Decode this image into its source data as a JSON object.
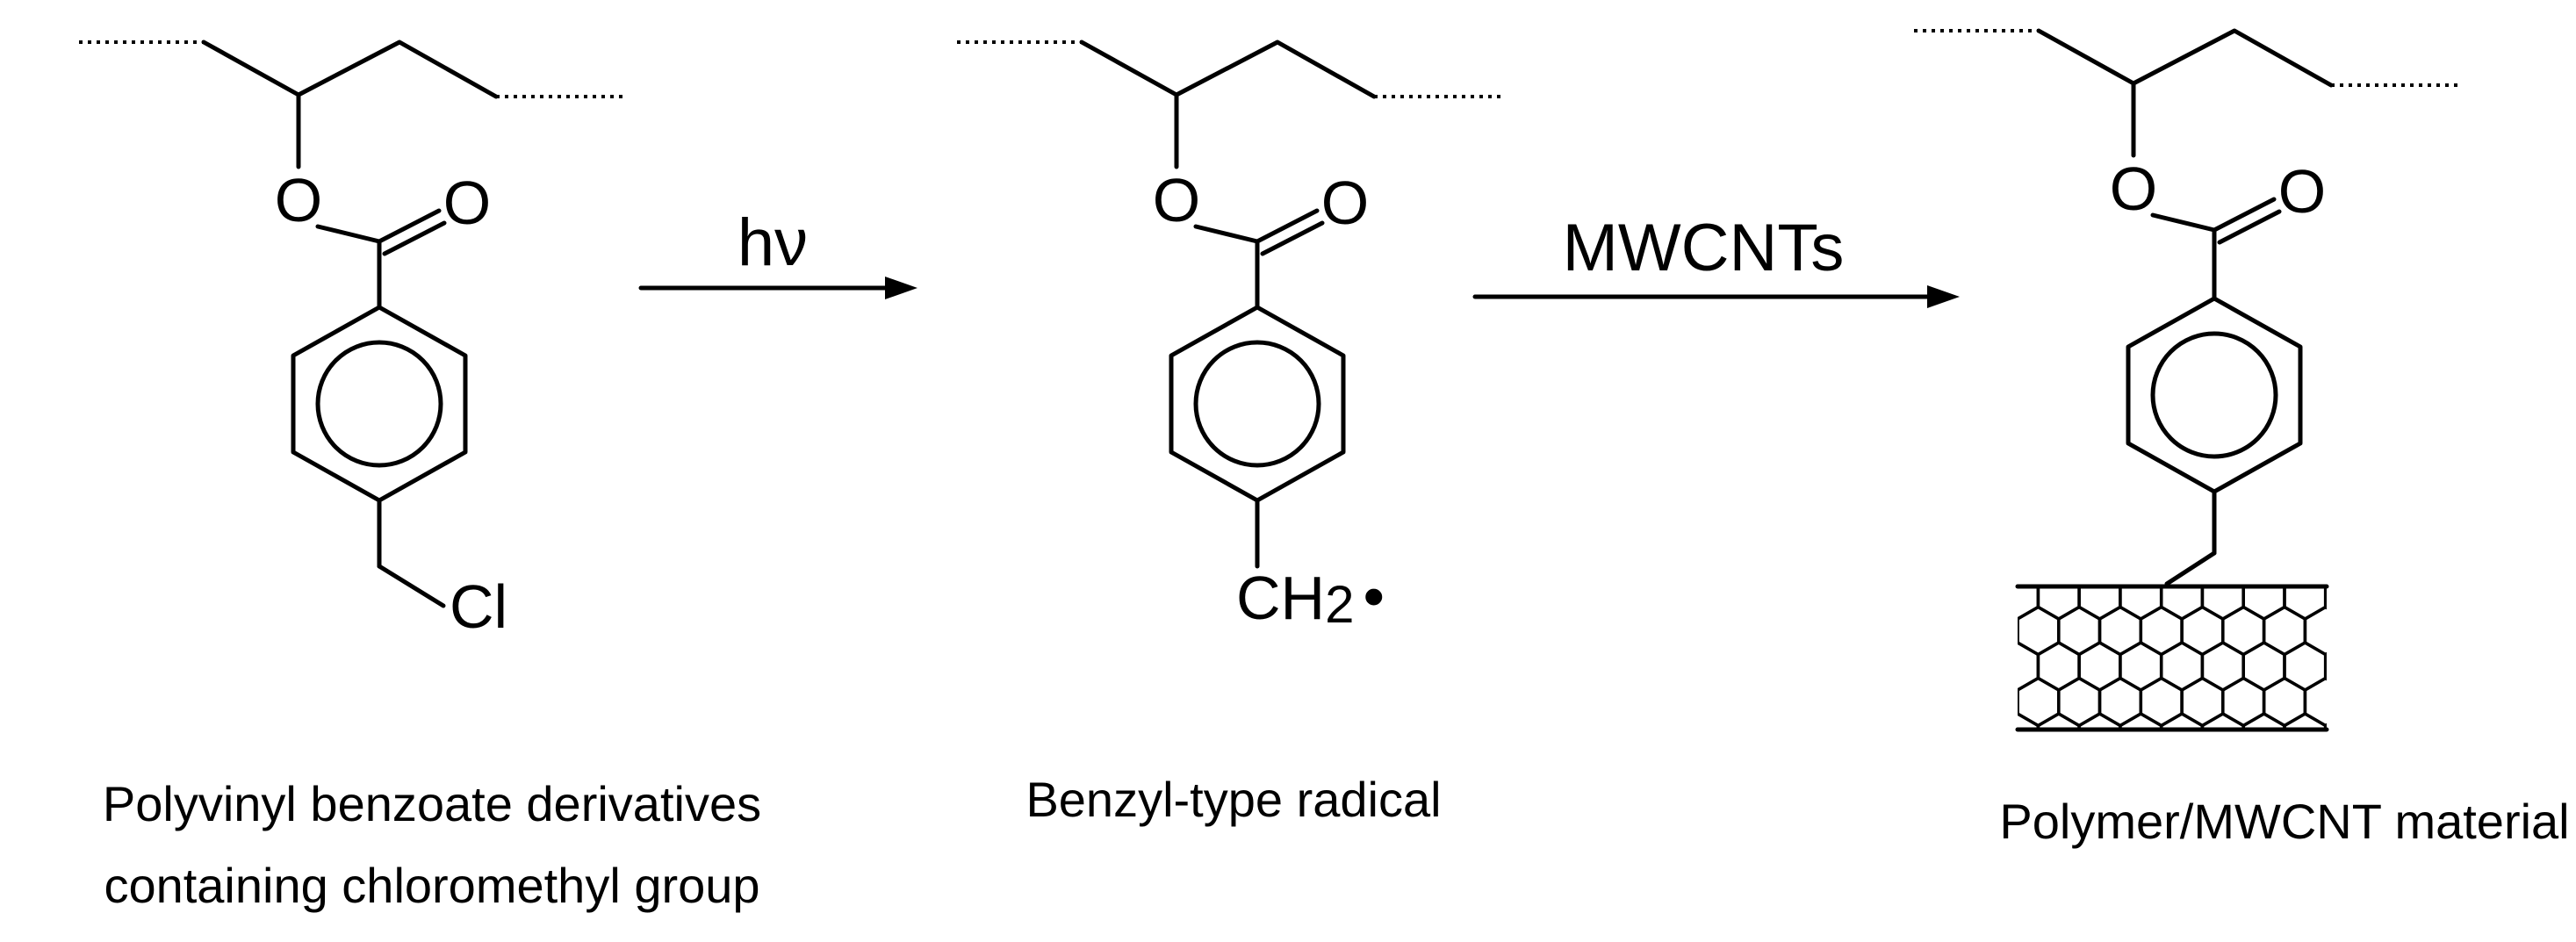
{
  "reaction": {
    "step1_arrow_label": "hν",
    "step2_arrow_label": "MWCNTs"
  },
  "compound1": {
    "atoms": {
      "o_ester": "O",
      "o_carbonyl": "O",
      "cl": "Cl"
    },
    "caption_line1": "Polyvinyl benzoate derivatives",
    "caption_line2": "containing chloromethyl group"
  },
  "compound2": {
    "atoms": {
      "o_ester": "O",
      "o_carbonyl": "O",
      "radical_group": "CH",
      "subscript": "2",
      "radical_dot": "•"
    },
    "caption": "Benzyl-type radical"
  },
  "compound3": {
    "atoms": {
      "o_ester": "O",
      "o_carbonyl": "O"
    },
    "caption": "Polymer/MWCNT material"
  }
}
